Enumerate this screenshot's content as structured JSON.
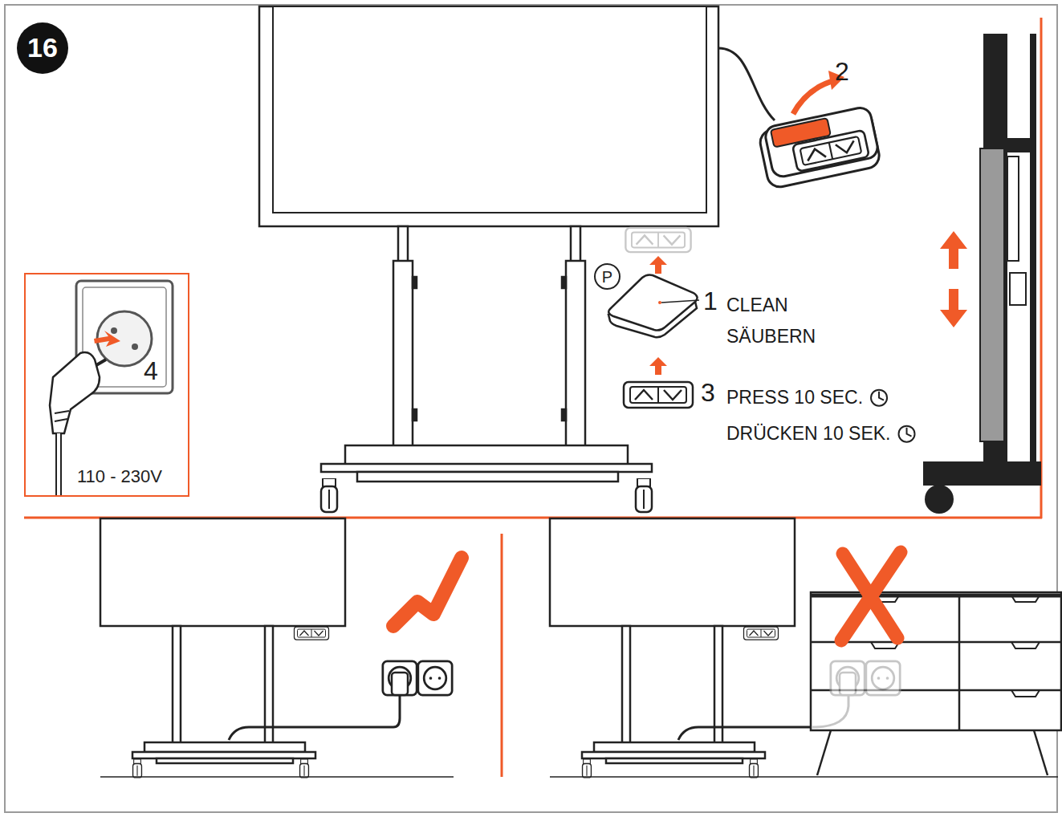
{
  "diagram": {
    "nodes": [
      {
        "text": [
          "16"
        ]
      },
      {
        "text": [
          "P"
        ]
      },
      {
        "text": [
          "4",
          "110 - 230V"
        ]
      }
    ],
    "labels": [
      "2",
      "1",
      "CLEAN",
      "SÄUBERN",
      "3",
      "PRESS 10 SEC.",
      "DRÜCKEN 10 SEK."
    ]
  }
}
